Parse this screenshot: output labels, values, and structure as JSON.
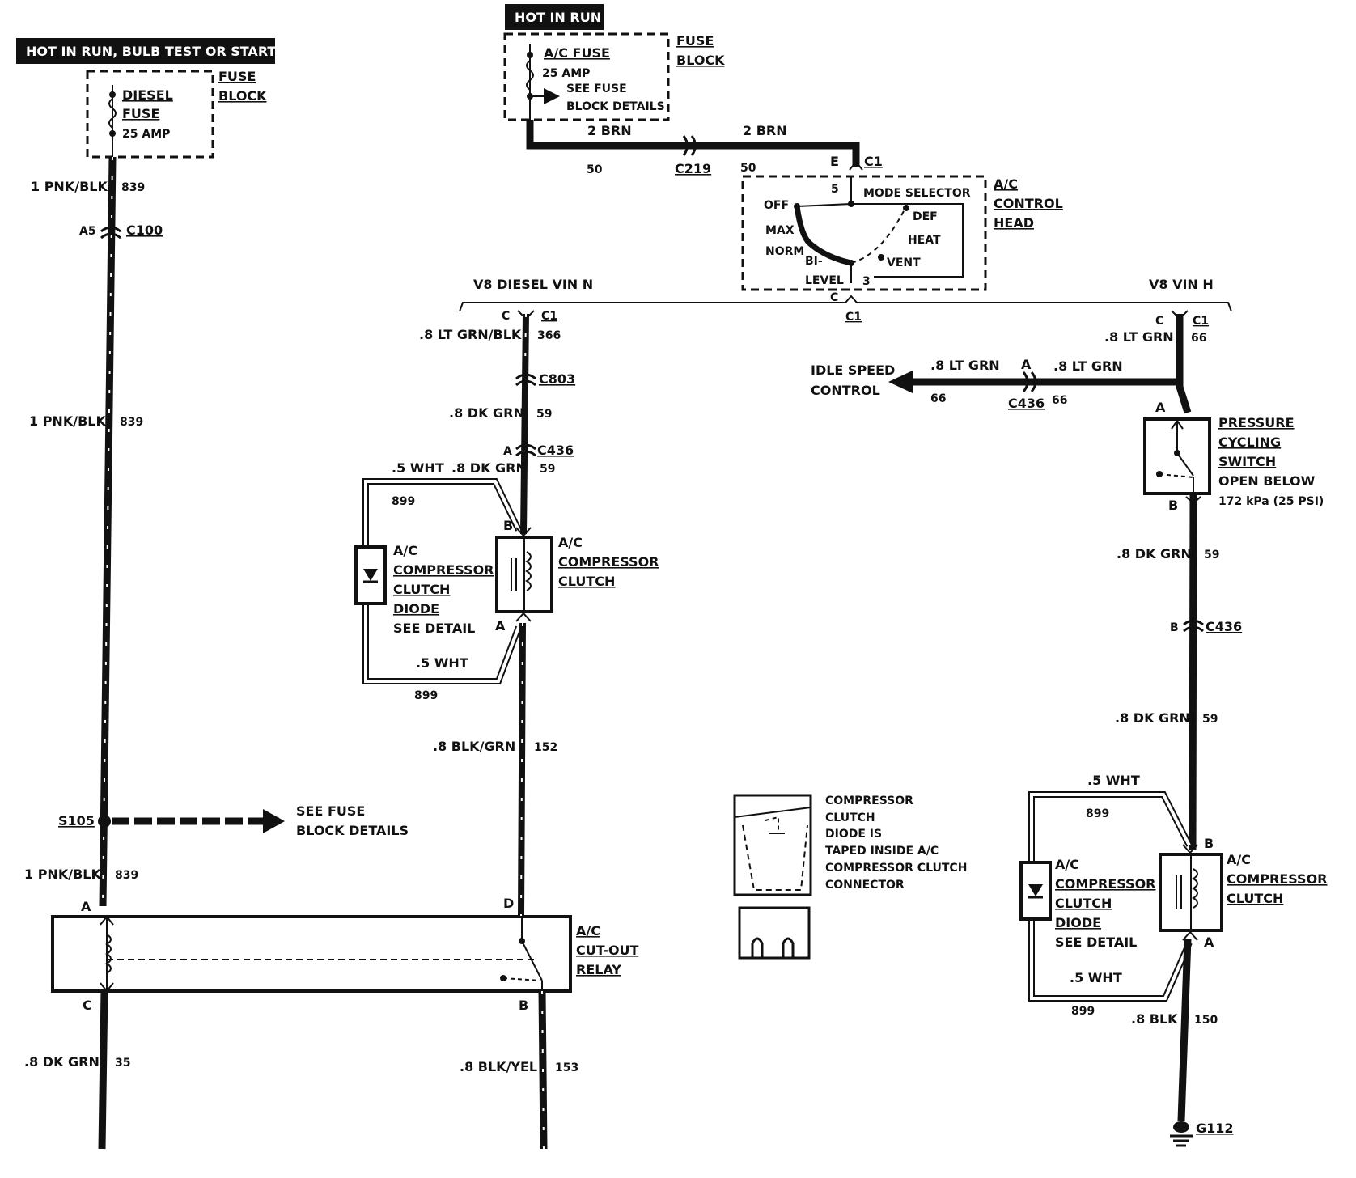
{
  "headers": {
    "left": "HOT IN RUN, BULB TEST OR START",
    "top": "HOT IN RUN"
  },
  "fuse_block_left": {
    "block": [
      "FUSE",
      "BLOCK"
    ],
    "fuse": [
      "DIESEL",
      "FUSE",
      "25 AMP"
    ]
  },
  "fuse_block_top": {
    "block": [
      "FUSE",
      "BLOCK"
    ],
    "fuse": [
      "A/C FUSE",
      "25 AMP"
    ],
    "see": [
      "SEE FUSE",
      "BLOCK DETAILS"
    ]
  },
  "top_wire": {
    "gauge_a": "2 BRN",
    "gauge_b": "2 BRN",
    "circuit_a": "50",
    "circuit_b": "50",
    "connector": "C219",
    "pin": "E",
    "conn_c1": "C1"
  },
  "control_head": {
    "title": [
      "A/C",
      "CONTROL",
      "HEAD"
    ],
    "mode_selector": "MODE SELECTOR",
    "pin5": "5",
    "pin3": "3",
    "positions": [
      "OFF",
      "MAX",
      "NORM",
      "BI-",
      "LEVEL",
      "DEF",
      "HEAT",
      "VENT"
    ],
    "pin_c": "C",
    "conn": "C1"
  },
  "variants": {
    "diesel": "V8 DIESEL VIN N",
    "gas": "V8 VIN H"
  },
  "left_feed": {
    "gauge": "1 PNK/BLK",
    "circuit": "839",
    "pin_a5": "A5",
    "conn_c100": "C100",
    "splice": "S105",
    "splice_note": [
      "SEE FUSE",
      "BLOCK DETAILS"
    ]
  },
  "diesel_branch": {
    "pin_c": "C",
    "conn_c1": "C1",
    "w1_gauge": ".8 LT GRN/BLK",
    "w1_circuit": "366",
    "conn_c803": "C803",
    "w2_gauge": ".8 DK GRN",
    "w2_circuit": "59",
    "pin_a": "A",
    "conn_c436": "C436",
    "w3_gauge": ".8 DK GRN",
    "w3_circuit": "59",
    "wht_top": ".5 WHT",
    "wht_bottom": ".5 WHT",
    "diode_circuit_top": "899",
    "diode_circuit_bottom": "899",
    "diode_label": [
      "A/C",
      "COMPRESSOR",
      "CLUTCH",
      "DIODE",
      "SEE DETAIL"
    ],
    "clutch_label": [
      "A/C",
      "COMPRESSOR",
      "CLUTCH"
    ],
    "clutch_pin_b": "B",
    "clutch_pin_a": "A",
    "w4_gauge": ".8 BLK/GRN",
    "w4_circuit": "152",
    "relay_pin_d": "D",
    "relay_pin_b": "B",
    "relay_label": [
      "A/C",
      "CUT-OUT",
      "RELAY"
    ],
    "out_gauge": ".8 BLK/YEL",
    "out_circuit": "153"
  },
  "relay_left": {
    "pin_a": "A",
    "pin_c": "C",
    "out_gauge": ".8 DK GRN",
    "out_circuit": "35"
  },
  "gas_branch": {
    "pin_c": "C",
    "conn_c1": "C1",
    "w1_gauge": ".8 LT GRN",
    "w1_circuit": "66",
    "idle": [
      "IDLE SPEED",
      "CONTROL"
    ],
    "idle_gauge_a": ".8 LT GRN",
    "idle_gauge_b": ".8 LT GRN",
    "idle_pin": "A",
    "idle_circuit_a": "66",
    "idle_circuit_b": "66",
    "idle_conn": "C436",
    "switch_pin_a": "A",
    "switch_pin_b": "B",
    "switch_label": [
      "PRESSURE",
      "CYCLING",
      "SWITCH",
      "OPEN BELOW",
      "172 kPa (25 PSI)"
    ],
    "w2_gauge": ".8 DK GRN",
    "w2_circuit": "59",
    "pin_b": "B",
    "conn_c436": "C436",
    "w3_gauge": ".8 DK GRN",
    "w3_circuit": "59",
    "wht_top": ".5 WHT",
    "wht_bottom": ".5 WHT",
    "diode_circuit_top": "899",
    "diode_circuit_bottom": "899",
    "diode_label": [
      "A/C",
      "COMPRESSOR",
      "CLUTCH",
      "DIODE",
      "SEE DETAIL"
    ],
    "clutch_label": [
      "A/C",
      "COMPRESSOR",
      "CLUTCH"
    ],
    "clutch_pin_b": "B",
    "clutch_pin_a": "A",
    "gnd_gauge": ".8 BLK",
    "gnd_circuit": "150",
    "ground": "G112"
  },
  "detail_note": [
    "COMPRESSOR",
    "CLUTCH",
    "DIODE IS",
    "TAPED INSIDE A/C",
    "COMPRESSOR CLUTCH",
    "CONNECTOR"
  ]
}
